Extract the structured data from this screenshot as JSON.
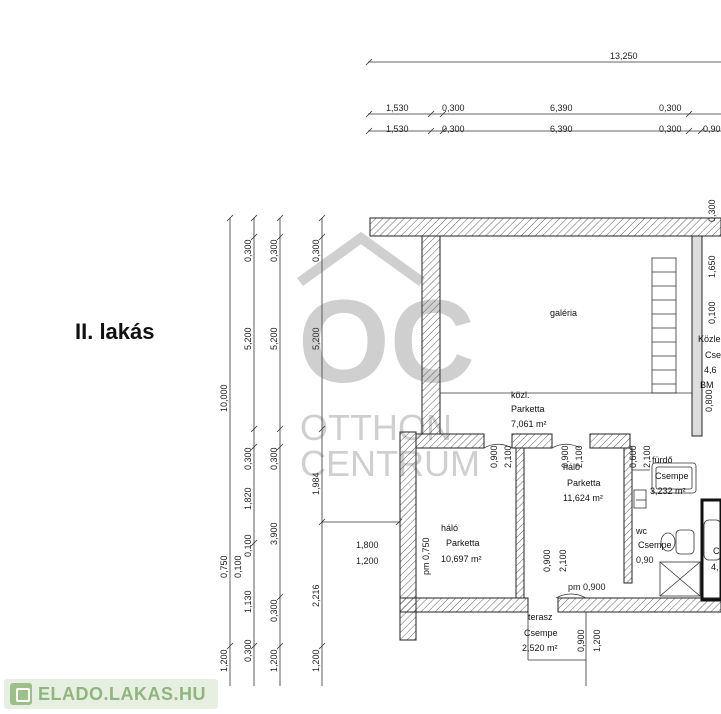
{
  "plan_title": "II. lakás",
  "watermark": {
    "monogram": "OC",
    "line1": "OTTHON",
    "line2": "CENTRUM"
  },
  "badge": {
    "text": "ELADO.LAKAS.HU"
  },
  "top_dims": {
    "overall": "13,250",
    "row1": [
      "1,530",
      "0,300",
      "6,390",
      "0,300"
    ],
    "row2": [
      "1,530",
      "0,300",
      "6,390",
      "0,300",
      "0,90"
    ]
  },
  "left_dims": {
    "col1": [
      "10,000",
      "0,750",
      "0,100",
      "1,130",
      "0,300",
      "1,200"
    ],
    "col2": [
      "0,300",
      "5,200",
      "0,300",
      "1,820",
      "0,100",
      "0,300",
      "1,200"
    ],
    "col3": [
      "0,300",
      "5,200",
      "0,300",
      "3,900",
      "0,300",
      "1,200"
    ],
    "col4": [
      "0,300",
      "5,200",
      "1,984",
      "2,216",
      "1,200"
    ]
  },
  "window_dims": {
    "w": "1,800",
    "h": "1,200",
    "sill": "pm 0,750"
  },
  "rooms": [
    {
      "name": "galéria",
      "floor": "",
      "area": ""
    },
    {
      "name": "közl.",
      "floor": "Parketta",
      "area": "7,061 m²"
    },
    {
      "name": "háló",
      "floor": "Parketta",
      "area": "10,697 m²"
    },
    {
      "name": "háló",
      "floor": "Parketta",
      "area": "11,624 m²"
    },
    {
      "name": "fürdő",
      "floor": "Csempe",
      "area": "3,232 m²"
    },
    {
      "name": "wc",
      "floor": "Csempe",
      "area": ""
    },
    {
      "name": "terasz",
      "floor": "Csempe",
      "area": "2,520 m²"
    }
  ],
  "door_dims": [
    "0,900",
    "2,100",
    "0,900",
    "2,100",
    "0,600",
    "2,100",
    "0,900",
    "2,100",
    "pm 0,900",
    "0,900",
    "1,200",
    "0,90"
  ],
  "right_edge_labels": [
    "0,300",
    "1,650",
    "0,100",
    "Közle",
    "Cse",
    "4,6",
    "BM",
    "0,800",
    "C",
    "4,"
  ]
}
